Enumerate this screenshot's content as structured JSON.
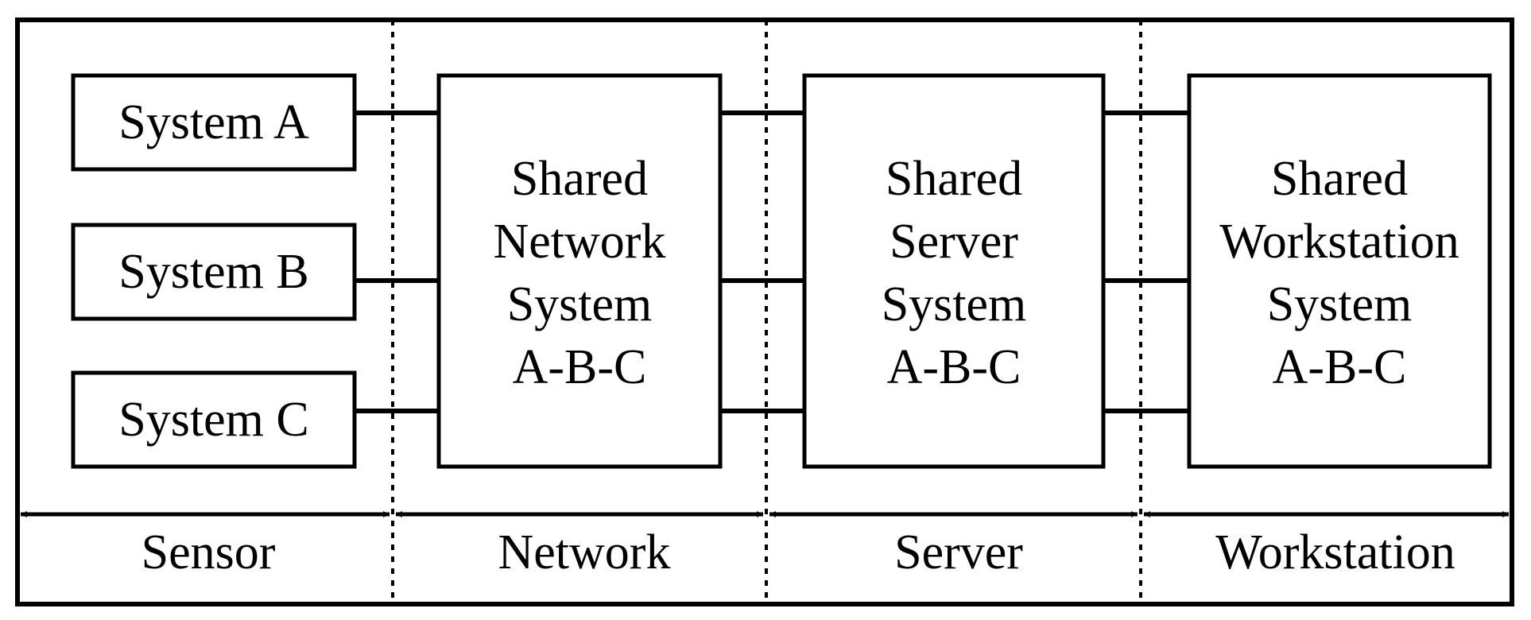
{
  "systems": {
    "a": "System A",
    "b": "System B",
    "c": "System C"
  },
  "shared_network": [
    "Shared",
    "Network",
    "System",
    "A-B-C"
  ],
  "shared_server": [
    "Shared",
    "Server",
    "System",
    "A-B-C"
  ],
  "shared_workstation": [
    "Shared",
    "Workstation",
    "System",
    "A-B-C"
  ],
  "zones": {
    "sensor": "Sensor",
    "network": "Network",
    "server": "Server",
    "workstation": "Workstation"
  }
}
